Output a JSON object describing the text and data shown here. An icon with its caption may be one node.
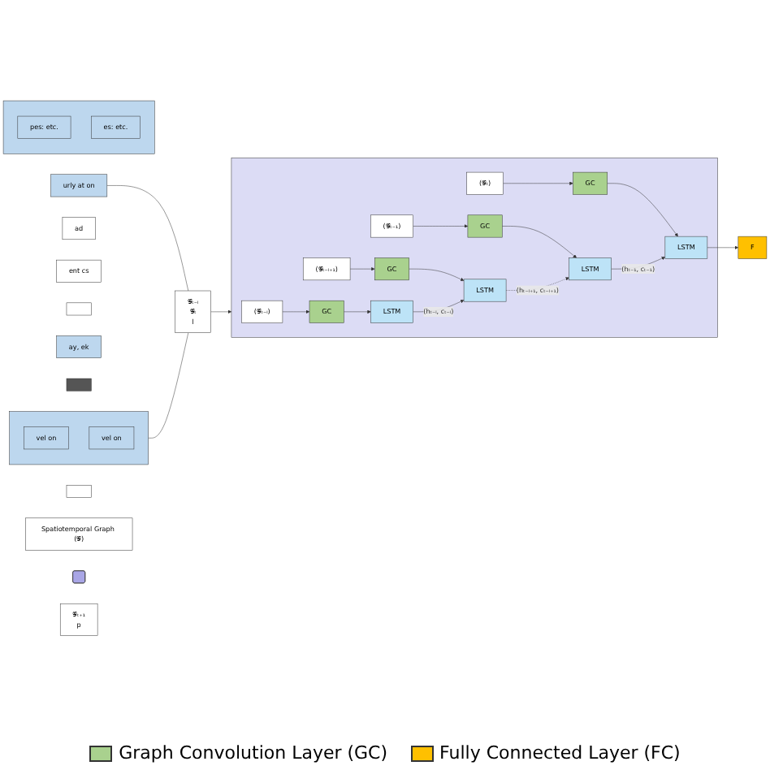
{
  "diagram": {
    "nodes": [
      {
        "text": [
          "ad"
        ]
      },
      {
        "text": [],
        "shape": "box"
      },
      {
        "text": [
          "vel on"
        ],
        "in": 1
      },
      {
        "text": [
          "vel on"
        ],
        "in": 1
      },
      {
        "text": [
          "ent cs"
        ]
      },
      {
        "text": [],
        "shape": "box"
      },
      {
        "text": [
          "pes: etc."
        ],
        "in": 5
      },
      {
        "text": [
          "es: etc."
        ],
        "in": 5
      },
      {
        "text": [],
        "shape": "box"
      },
      {
        "text": [
          "ay, ek"
        ]
      },
      {
        "text": [],
        "shape": "box"
      },
      {
        "text": [
          "urly at on"
        ]
      },
      {
        "text": [],
        "shape": "box"
      },
      {
        "text": [
          "𝒢ₜ₋ₗ",
          "𝒢ₜ",
          "l"
        ]
      },
      {
        "text": [
          "Spatiotemporal Graph (𝒢)"
        ]
      },
      {
        "text": [],
        "shape": "box"
      },
      {
        "text": [
          "(𝒢ₜ₋ₗ)"
        ],
        "in": 15
      },
      {
        "text": [
          "GC"
        ],
        "in": 15
      },
      {
        "text": [
          "LSTM"
        ],
        "in": 15
      },
      {
        "text": [
          "(𝒢ₜ₋ₗ₊₁)"
        ],
        "in": 15
      },
      {
        "text": [
          "GC"
        ],
        "in": 15
      },
      {
        "text": [
          "LSTM"
        ],
        "in": 15
      },
      {
        "text": [
          "(𝒢ₜ₋₁)"
        ],
        "in": 15
      },
      {
        "text": [
          "GC"
        ],
        "in": 15
      },
      {
        "text": [
          "LSTM"
        ],
        "in": 15
      },
      {
        "text": [
          "(𝒢ₜ)"
        ],
        "in": 15
      },
      {
        "text": [
          "GC"
        ],
        "in": 15
      },
      {
        "text": [
          "LSTM"
        ],
        "in": 15
      },
      {
        "text": [
          "F"
        ]
      },
      {
        "text": [],
        "shape": "box"
      },
      {
        "text": [
          "𝒢ₜ₊₁",
          "p"
        ]
      }
    ],
    "edges": [
      {
        "from": 1,
        "to": 13,
        "arrow": "none"
      },
      {
        "from": 11,
        "to": 13,
        "arrow": "none"
      },
      {
        "from": 13,
        "to": 15,
        "arrow": "to"
      },
      {
        "from": 16,
        "to": 17,
        "arrow": "to"
      },
      {
        "from": 17,
        "to": 18,
        "arrow": "to"
      },
      {
        "from": 19,
        "to": 20,
        "arrow": "to"
      },
      {
        "from": 20,
        "to": 21,
        "arrow": "to"
      },
      {
        "from": 22,
        "to": 23,
        "arrow": "to"
      },
      {
        "from": 23,
        "to": 24,
        "arrow": "to"
      },
      {
        "from": 25,
        "to": 26,
        "arrow": "to"
      },
      {
        "from": 26,
        "to": 27,
        "arrow": "to"
      },
      {
        "from": 18,
        "to": 21,
        "arrow": "to",
        "label": "(hₜ₋ₗ, cₜ₋ₗ)"
      },
      {
        "from": 21,
        "to": 24,
        "arrow": "to",
        "label": "(hₜ₋ₗ₊₁, cₜ₋ₗ₊₁)",
        "style": "dashed"
      },
      {
        "from": 24,
        "to": 27,
        "arrow": "to",
        "label": "(hₜ₋₁, cₜ₋₁)"
      },
      {
        "from": 27,
        "to": 28,
        "arrow": "to"
      }
    ],
    "legend": [
      {
        "text": "Graph Convolution Layer (GC)",
        "color": "#a9d18e"
      },
      {
        "text": "Fully Connected Layer (FC)",
        "color": "#ffc000"
      }
    ]
  }
}
